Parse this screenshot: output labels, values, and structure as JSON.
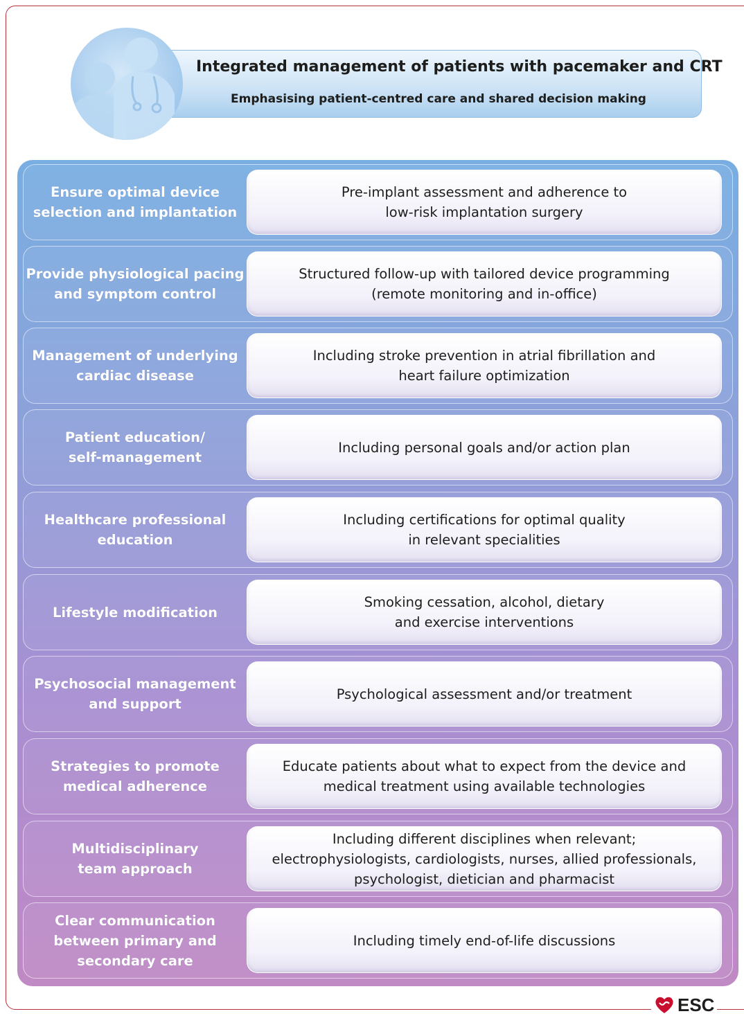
{
  "header": {
    "title": "Integrated management of patients with pacemaker and CRT",
    "subtitle": "Emphasising patient-centred care and shared decision making"
  },
  "rows": [
    {
      "label": "Ensure optimal device\nselection and implantation",
      "text": "Pre-implant assessment and adherence to\nlow-risk implantation surgery"
    },
    {
      "label": "Provide physiological pacing\nand symptom control",
      "text": "Structured follow-up with tailored device programming\n(remote monitoring and in-office)"
    },
    {
      "label": "Management of underlying\ncardiac disease",
      "text": "Including stroke prevention in atrial fibrillation and\nheart failure optimization"
    },
    {
      "label": "Patient education/\nself-management",
      "text": "Including personal goals and/or action plan"
    },
    {
      "label": "Healthcare professional\neducation",
      "text": "Including certifications for optimal quality\nin relevant specialities"
    },
    {
      "label": "Lifestyle modification",
      "text": "Smoking cessation, alcohol, dietary\nand exercise interventions"
    },
    {
      "label": "Psychosocial management\nand support",
      "text": "Psychological assessment and/or treatment"
    },
    {
      "label": "Strategies to promote\nmedical adherence",
      "text": "Educate patients about what to expect from the device and\nmedical treatment using available technologies"
    },
    {
      "label": "Multidisciplinary\nteam approach",
      "text": "Including different disciplines when relevant;\nelectrophysiologists, cardiologists, nurses, allied professionals,\npsychologist, dietician and pharmacist"
    },
    {
      "label": "Clear communication\nbetween primary and\nsecondary care",
      "text": "Including timely end-of-life discussions"
    }
  ],
  "logo": {
    "text": "ESC"
  },
  "colors": {
    "frame": "#b8303a",
    "panel_top": "#78aee2",
    "panel_bottom": "#c08ac4",
    "logo": "#c8102e"
  }
}
